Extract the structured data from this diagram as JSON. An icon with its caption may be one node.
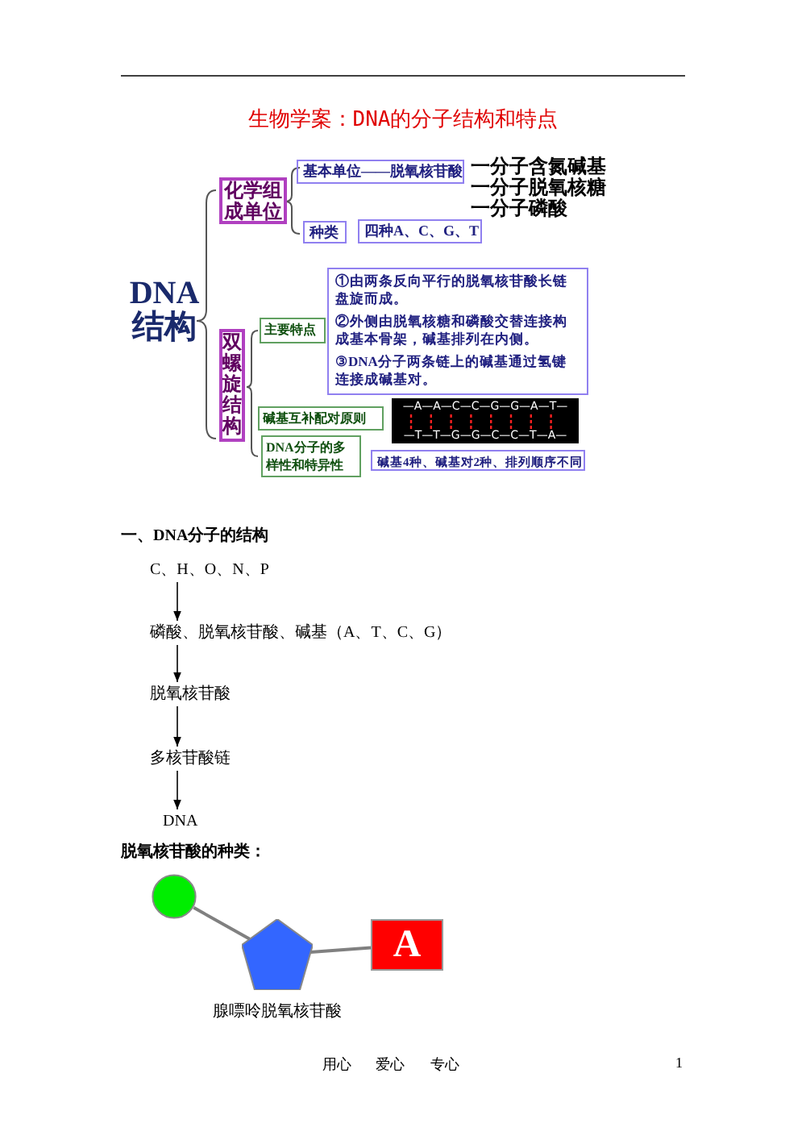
{
  "diagram": {
    "title": "生物学案：DNA的分子结构和特点",
    "nodes": [
      {
        "text": [
          "化学组成单位"
        ]
      },
      {
        "text": [
          "基本单位——脱氧核苷酸"
        ]
      },
      {
        "text": [
          "种类"
        ]
      },
      {
        "text": [
          "四种A、C、G、T"
        ]
      },
      {
        "text": [
          "双螺旋结构"
        ]
      },
      {
        "text": [
          "主要特点"
        ]
      },
      {
        "text": [
          "①由两条反向平行的脱氧核苷酸长链盘旋而成。",
          "②外侧由脱氧核糖和磷酸交替连接构成基本骨架，碱基排列在内侧。",
          "③DNA分子两条链上的碱基通过氢键连接成碱基对。"
        ]
      },
      {
        "text": [
          "碱基互补配对原则"
        ]
      },
      {
        "text": [
          "—A—A—C—C—G—G—A—T—",
          "—T—T—G—G—C—C—T—A—"
        ]
      },
      {
        "text": [
          "DNA分子的多样性和特异性"
        ]
      },
      {
        "text": [
          "碱基4种、碱基对2种、排列顺序不同"
        ]
      },
      {
        "text": [],
        "shape": "circle"
      },
      {
        "text": [],
        "shape": "pentagon"
      },
      {
        "text": [
          "A"
        ]
      },
      {
        "text": [
          "C、H、O、N、P"
        ]
      },
      {
        "text": [
          "磷酸、脱氧核苷酸、碱基（A、T、C、G）"
        ]
      },
      {
        "text": [
          "脱氧核苷酸"
        ]
      },
      {
        "text": [
          "多核苷酸链"
        ]
      },
      {
        "text": [
          "DNA"
        ]
      }
    ],
    "edges": [
      {
        "from": 14,
        "to": 15,
        "arrow": "to"
      },
      {
        "from": 15,
        "to": 16,
        "arrow": "to"
      },
      {
        "from": 16,
        "to": 17,
        "arrow": "to"
      },
      {
        "from": 17,
        "to": 18,
        "arrow": "to"
      },
      {
        "from": 11,
        "to": 12,
        "arrow": "none",
        "color": "#808080"
      },
      {
        "from": 12,
        "to": 13,
        "arrow": "none",
        "color": "#808080"
      }
    ],
    "labels": [
      "一分子含氮碱基",
      "一分子脱氧核糖",
      "一分子磷酸",
      "DNA 结构",
      "一、DNA分子的结构",
      "脱氧核苷酸的种类：",
      "腺嘌呤脱氧核苷酸",
      "用心",
      "爱心",
      "专心",
      "1"
    ]
  }
}
